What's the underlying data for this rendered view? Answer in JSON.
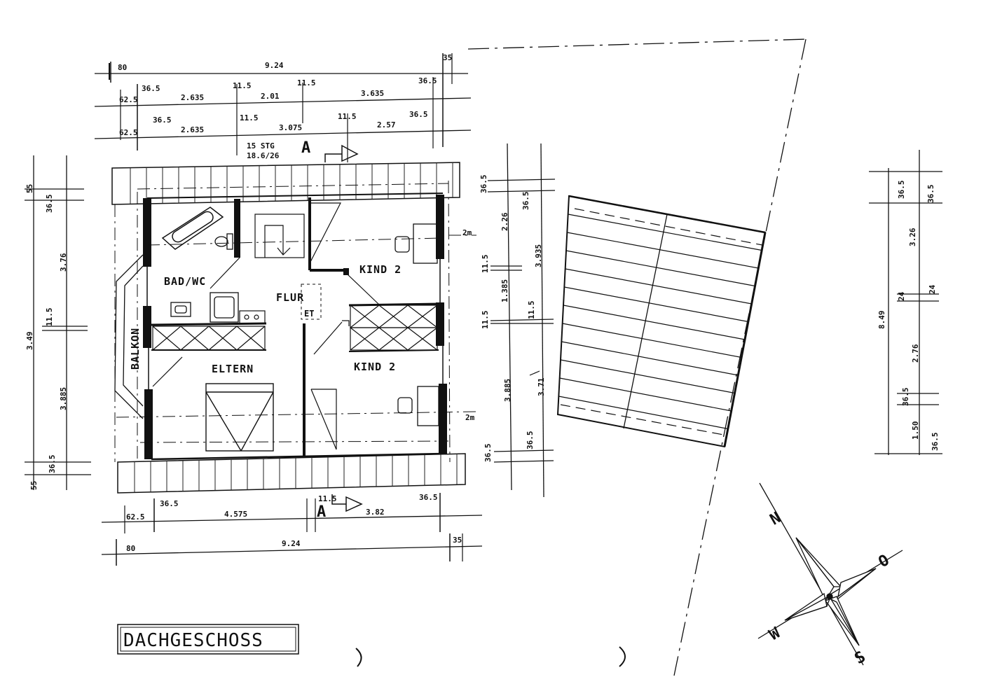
{
  "title": "DACHGESCHOSS",
  "rooms": {
    "bad": "BAD/WC",
    "flur": "FLUR",
    "kind_top": "KIND 2",
    "kind_bottom": "KIND 2",
    "eltern": "ELTERN",
    "balkon": "BALKON",
    "et": "ET"
  },
  "stair": {
    "line1": "15 STG",
    "line2": "18.6/26"
  },
  "section_marks": {
    "top": "A",
    "bottom": "A"
  },
  "compass": {
    "n": "N",
    "o": "O",
    "s": "S",
    "w": "W"
  },
  "dims_top": {
    "row1": [
      "80",
      "9.24",
      "35"
    ],
    "row2": [
      "62.5",
      "36.5",
      "2.635",
      "11.5",
      "2.01",
      "11.5",
      "3.635",
      "36.5"
    ],
    "row3": [
      "62.5",
      "36.5",
      "2.635",
      "11.5",
      "3.075",
      "11.5",
      "2.57",
      "36.5"
    ]
  },
  "dims_bottom": {
    "row1": [
      "62.5",
      "36.5",
      "4.575",
      "11.5",
      "3.82",
      "36.5"
    ],
    "row2": [
      "80",
      "9.24",
      "35"
    ]
  },
  "dims_left": {
    "outer": [
      "55",
      "3.49",
      "55"
    ],
    "inner": [
      "36.5",
      "3.76",
      "11.5",
      "3.885",
      "36.5"
    ]
  },
  "dims_mid": {
    "a": [
      "36.5",
      "2.26",
      "11.5",
      "1.385",
      "11.5",
      "3.885",
      "36.5"
    ],
    "b": [
      "36.5",
      "3.935",
      "11.5",
      "3.71",
      "36.5"
    ]
  },
  "dims_right": {
    "a": [
      "36.5",
      "3.26",
      "24",
      "8.49",
      "2.76",
      "36.5",
      "1.50"
    ],
    "b": [
      "36.5",
      "24",
      "36.5"
    ]
  },
  "height_marks": [
    "2m",
    "2m"
  ]
}
